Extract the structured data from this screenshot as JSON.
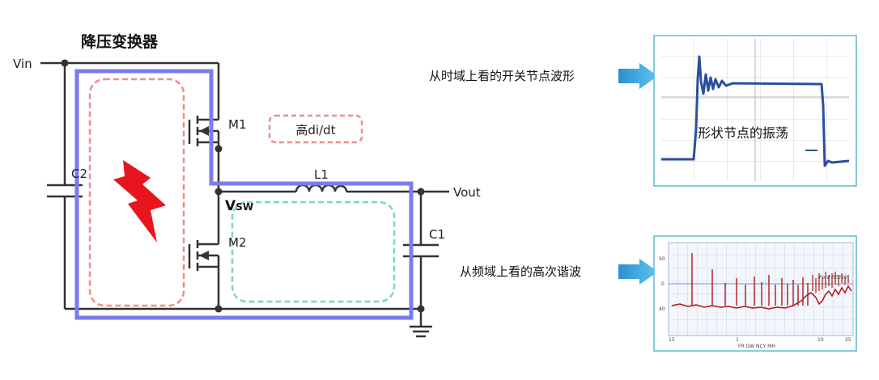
{
  "title": "降压变换器",
  "labels": {
    "vin": "Vin",
    "vout": "Vout",
    "m1": "M1",
    "m2": "M2",
    "c1": "C1",
    "c2": "C2",
    "l1": "L1",
    "vsw_main": "V",
    "vsw_sub": "SW",
    "didt": "高di/dt"
  },
  "captions": {
    "time_domain": "从时域上看的开关节点波形",
    "freq_domain": "从频域上看的高次谐波",
    "ringing": "形状节点的振荡"
  },
  "spectrum_labels": {
    "y_top": "50",
    "y_mid": "0",
    "y_low": "40",
    "x_left": "15",
    "x_mid": "1",
    "x_right": "10",
    "x_far": "25",
    "brand": "Ford RE310",
    "footer": "FR  GW NCY   MH"
  },
  "colors": {
    "wire": "#333333",
    "loop_blue": "#7b7bf0",
    "loop_red_dash": "#ef8c8c",
    "loop_teal_dash": "#7fd3cc",
    "lightning": "#e8141e",
    "arrow": "#3aa7e0",
    "scope_trace": "#2a4f9e",
    "spectrum_trace": "#b01818",
    "panel_border": "#5fb7d6"
  }
}
